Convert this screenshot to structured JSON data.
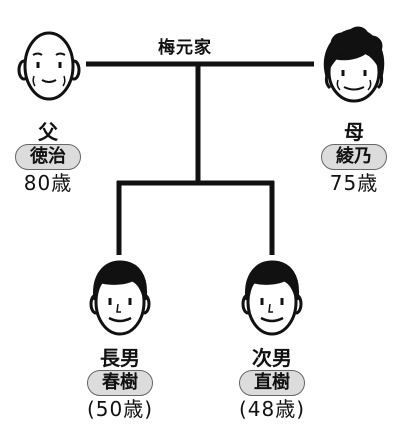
{
  "family_name": "梅元家",
  "people": {
    "father": {
      "role": "父",
      "name": "徳治",
      "age": "80歳"
    },
    "mother": {
      "role": "母",
      "name": "綾乃",
      "age": "75歳"
    },
    "son1": {
      "role": "長男",
      "name": "春樹",
      "age": "(50歳)"
    },
    "son2": {
      "role": "次男",
      "name": "直樹",
      "age": "(48歳)"
    }
  }
}
